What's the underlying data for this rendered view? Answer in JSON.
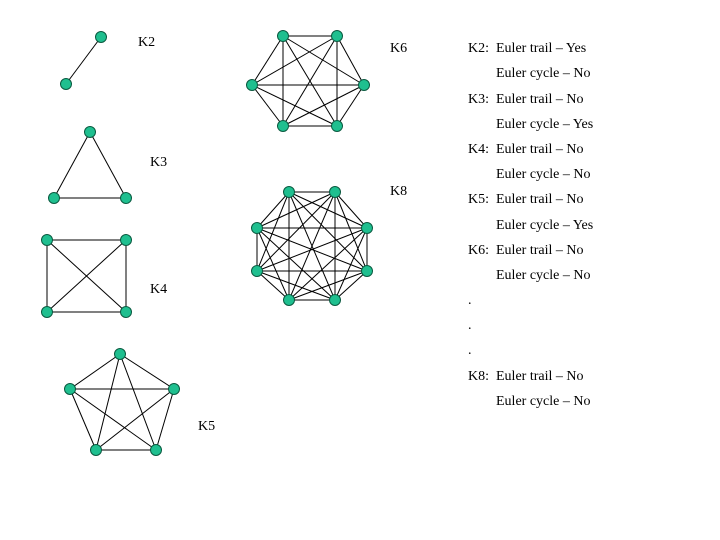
{
  "graphs": [
    {
      "id": "k2",
      "label": "K2"
    },
    {
      "id": "k3",
      "label": "K3"
    },
    {
      "id": "k4",
      "label": "K4"
    },
    {
      "id": "k5",
      "label": "K5"
    },
    {
      "id": "k6",
      "label": "K6"
    },
    {
      "id": "k8",
      "label": "K8"
    }
  ],
  "results": [
    {
      "graph": "K2:",
      "trail": "Euler trail – Yes",
      "cycle": "Euler cycle – No"
    },
    {
      "graph": "K3:",
      "trail": "Euler trail – No",
      "cycle": "Euler cycle – Yes"
    },
    {
      "graph": "K4:",
      "trail": "Euler trail – No",
      "cycle": "Euler cycle – No"
    },
    {
      "graph": "K5:",
      "trail": "Euler trail – No",
      "cycle": "Euler cycle – Yes"
    },
    {
      "graph": "K6:",
      "trail": "Euler trail – No",
      "cycle": "Euler cycle – No"
    }
  ],
  "ellipsis": [
    ".",
    ".",
    "."
  ],
  "last_result": {
    "graph": "K8:",
    "trail": "Euler trail – No",
    "cycle": "Euler cycle – No"
  },
  "colors": {
    "node_fill": "#1fbf8f",
    "node_stroke": "#0a5a40",
    "edge": "#000000"
  }
}
